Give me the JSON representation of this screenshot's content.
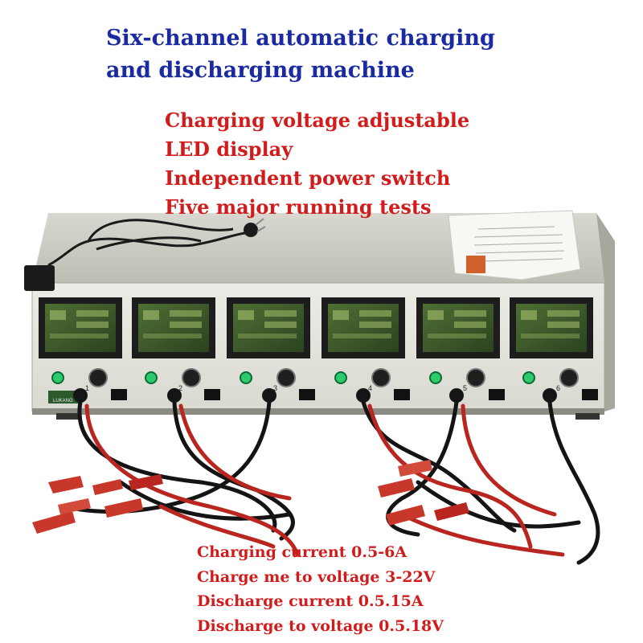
{
  "title": {
    "line1": "Six-channel automatic charging",
    "line2": "and discharging machine"
  },
  "features": [
    "Charging voltage adjustable",
    "LED display",
    "Independent power switch",
    "Five major running tests"
  ],
  "specs": [
    "Charging current 0.5-6A",
    "Charge me to voltage 3-22V",
    "Discharge current 0.5.15A",
    "Discharge to voltage 0.5.18V"
  ],
  "device": {
    "brand_label": "LUKANG",
    "channel_numbers": [
      "1",
      "2",
      "3",
      "4",
      "5",
      "6"
    ]
  },
  "colors": {
    "title": "#1a2aa0",
    "features": "#d21b1b",
    "specs": "#d21b1b",
    "panel": "#e6e6e0",
    "display": "#3d5a2a",
    "clamp": "#c7382b"
  }
}
